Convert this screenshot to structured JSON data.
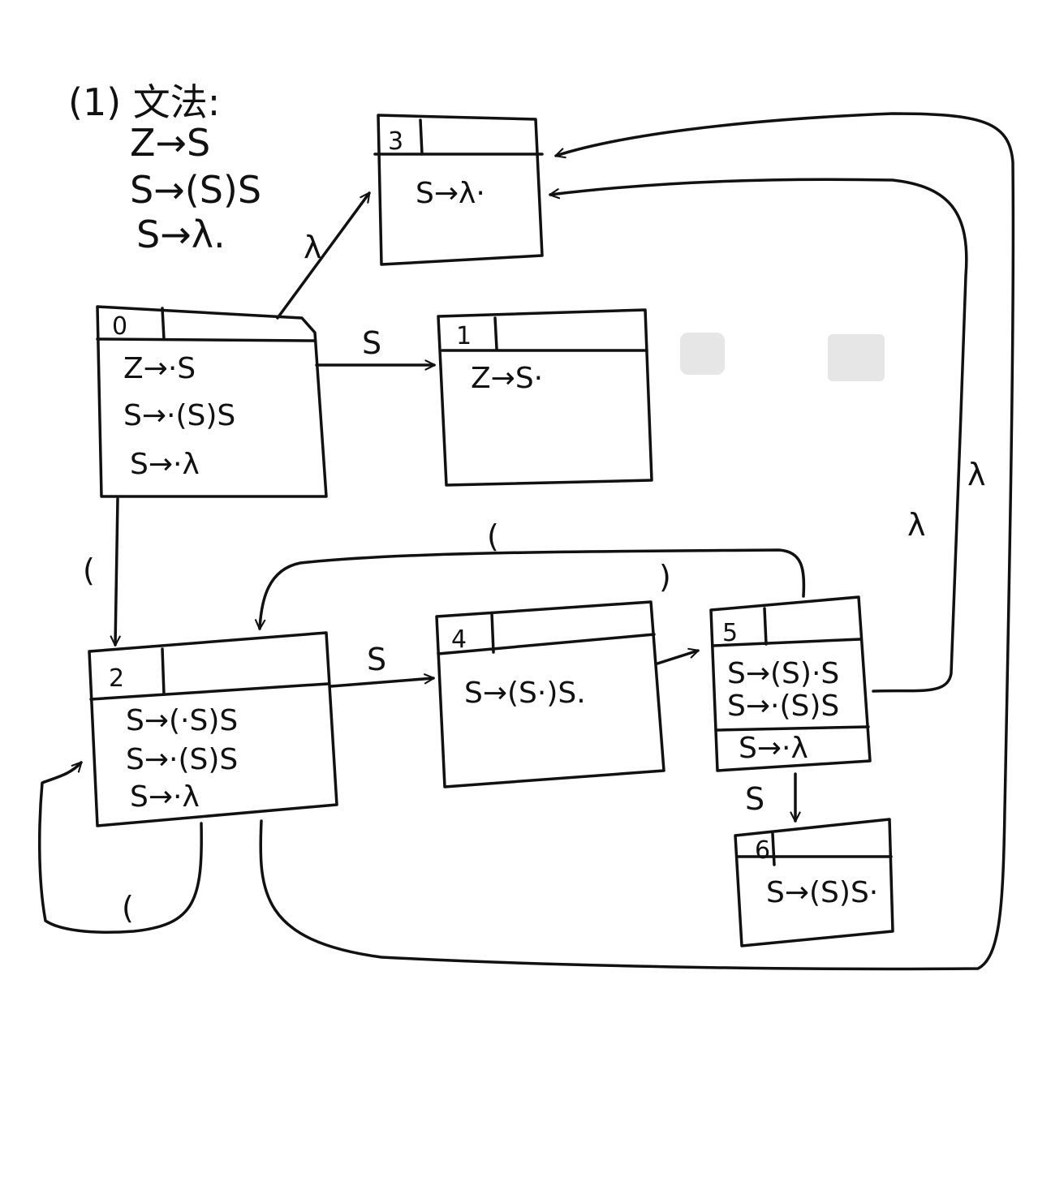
{
  "grammar": {
    "heading": "(1) 文法:",
    "rules": [
      "Z→S",
      "S→(S)S",
      "S→λ."
    ]
  },
  "states": [
    {
      "id": "0",
      "items": [
        "Z→·S",
        "S→·(S)S",
        "S→·λ"
      ]
    },
    {
      "id": "1",
      "items": [
        "Z→S·"
      ]
    },
    {
      "id": "2",
      "items": [
        "S→(·S)S",
        "S→·(S)S",
        "S→·λ"
      ]
    },
    {
      "id": "3",
      "items": [
        "S→λ·"
      ]
    },
    {
      "id": "4",
      "items": [
        "S→(S·)S."
      ]
    },
    {
      "id": "5",
      "items": [
        "S→(S)·S",
        "S→·(S)S",
        "S→·λ"
      ]
    },
    {
      "id": "6",
      "items": [
        "S→(S)S·"
      ]
    }
  ],
  "transitions": [
    {
      "from": "0",
      "to": "3",
      "label": "λ"
    },
    {
      "from": "0",
      "to": "1",
      "label": "S"
    },
    {
      "from": "0",
      "to": "2",
      "label": "("
    },
    {
      "from": "2",
      "to": "2",
      "label": "("
    },
    {
      "from": "2",
      "to": "4",
      "label": "S"
    },
    {
      "from": "2",
      "to": "3",
      "label": "λ"
    },
    {
      "from": "4",
      "to": "5",
      "label": ")"
    },
    {
      "from": "5",
      "to": "2",
      "label": "("
    },
    {
      "from": "5",
      "to": "3",
      "label": "λ"
    },
    {
      "from": "5",
      "to": "6",
      "label": "S"
    }
  ],
  "annotations": {
    "lambda_extra": "λ"
  }
}
